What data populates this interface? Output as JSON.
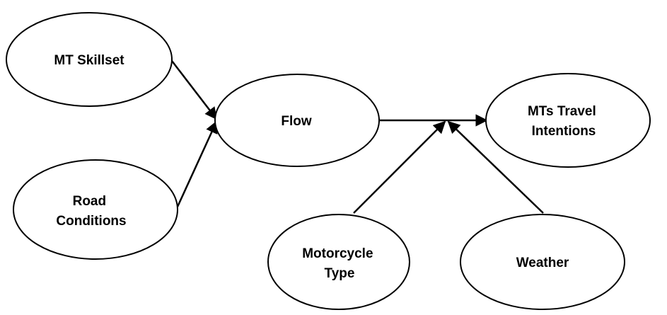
{
  "nodes": {
    "mt_skillset": {
      "lines": [
        "MT Skillset"
      ]
    },
    "road_conditions": {
      "lines": [
        "Road",
        "Conditions"
      ]
    },
    "flow": {
      "lines": [
        "Flow"
      ]
    },
    "mts_travel_intentions": {
      "lines": [
        "MTs Travel",
        "Intentions"
      ]
    },
    "motorcycle_type": {
      "lines": [
        "Motorcycle",
        "Type"
      ]
    },
    "weather": {
      "lines": [
        "Weather"
      ]
    }
  },
  "edges": [
    {
      "from": "MT Skillset",
      "to": "Flow"
    },
    {
      "from": "Road Conditions",
      "to": "Flow"
    },
    {
      "from": "Flow",
      "to": "MTs Travel Intentions"
    },
    {
      "from": "Motorcycle Type",
      "to": "Flow → MTs Travel Intentions path"
    },
    {
      "from": "Weather",
      "to": "Flow → MTs Travel Intentions path"
    }
  ],
  "colors": {
    "stroke": "#000000",
    "fill": "#ffffff",
    "background": "#ffffff"
  }
}
